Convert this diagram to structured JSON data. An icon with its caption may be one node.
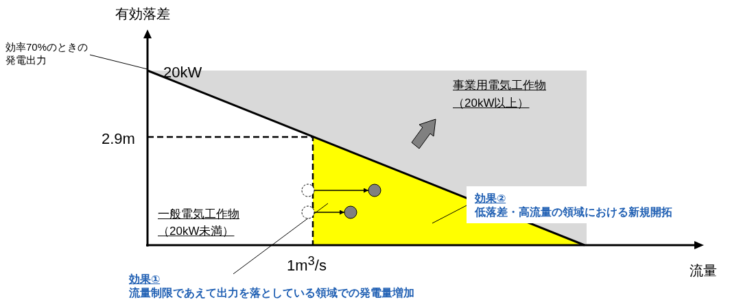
{
  "diagram": {
    "nodes": [
      {
        "text": [
          "効率70%のときの発電出力"
        ]
      },
      {
        "text": [],
        "shape": "circle"
      },
      {
        "text": [],
        "shape": "circle"
      },
      {
        "text": [],
        "shape": "circle"
      },
      {
        "text": [],
        "shape": "circle"
      },
      {
        "text": [
          "効果②",
          "低落差・高流量の領域における新規開拓"
        ]
      },
      {
        "text": [
          "効果①",
          "流量制限であえて出力を落としている領域での発電量増加"
        ]
      }
    ],
    "edges": [
      {
        "from": 0,
        "to": null,
        "arrow": "none"
      },
      {
        "from": 1,
        "to": 2,
        "arrow": "to"
      },
      {
        "from": 3,
        "to": 4,
        "arrow": "to"
      },
      {
        "from": 5,
        "to": null,
        "arrow": "none"
      },
      {
        "from": 6,
        "to": null,
        "arrow": "none"
      }
    ],
    "labels": [
      "有効落差",
      "20kW",
      "事業用電気工作物",
      "（20kW以上）",
      "2.9m",
      "一般電気工作物",
      "（20kW未満）",
      "1m$^{3}$/s",
      "流量"
    ]
  }
}
